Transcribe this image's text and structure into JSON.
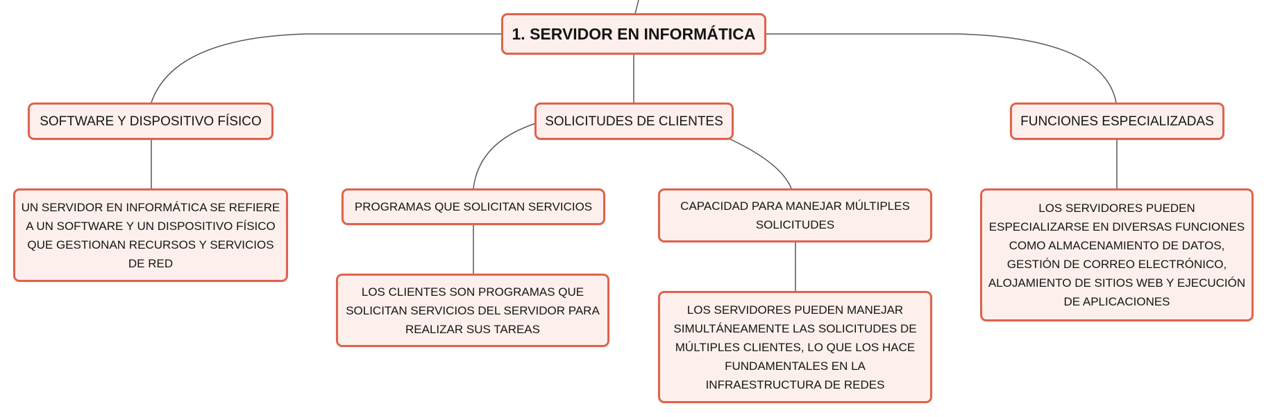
{
  "diagram": {
    "line_color": "#555555",
    "border_color": "#e0624c",
    "fill_color": "#fdf0ec",
    "nodes": {
      "root": "1. SERVIDOR EN INFORMÁTICA",
      "software": "SOFTWARE Y DISPOSITIVO FÍSICO",
      "solicitudes": "SOLICITUDES DE CLIENTES",
      "funciones": "FUNCIONES ESPECIALIZADAS",
      "software_detail": "UN SERVIDOR EN INFORMÁTICA SE REFIERE A UN SOFTWARE Y UN DISPOSITIVO FÍSICO QUE GESTIONAN RECURSOS Y SERVICIOS DE RED",
      "programas": "PROGRAMAS QUE SOLICITAN SERVICIOS",
      "programas_detail": "LOS CLIENTES SON PROGRAMAS QUE SOLICITAN SERVICIOS DEL SERVIDOR PARA REALIZAR SUS TAREAS",
      "capacidad": "CAPACIDAD PARA MANEJAR MÚLTIPLES SOLICITUDES",
      "capacidad_detail": "LOS SERVIDORES PUEDEN MANEJAR SIMULTÁNEAMENTE LAS SOLICITUDES DE MÚLTIPLES CLIENTES, LO QUE LOS HACE FUNDAMENTALES EN LA INFRAESTRUCTURA DE REDES",
      "funciones_detail": "LOS SERVIDORES PUEDEN ESPECIALIZARSE EN DIVERSAS FUNCIONES COMO ALMACENAMIENTO DE DATOS, GESTIÓN DE CORREO ELECTRÓNICO, ALOJAMIENTO DE SITIOS WEB Y EJECUCIÓN DE APLICACIONES"
    }
  }
}
